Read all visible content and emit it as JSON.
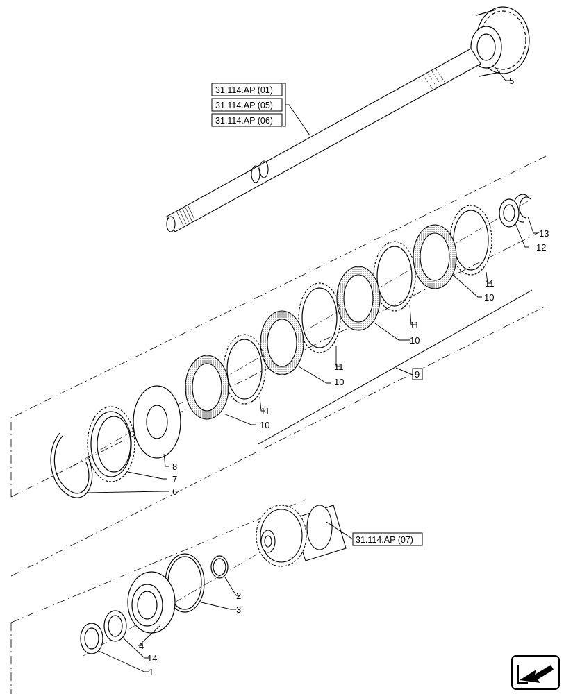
{
  "references": {
    "r01": "31.114.AP (01)",
    "r05": "31.114.AP (05)",
    "r06": "31.114.AP (06)",
    "r07": "31.114.AP (07)"
  },
  "callouts": {
    "p1": "1",
    "p2": "2",
    "p3": "3",
    "p4": "4",
    "p5": "5",
    "p6": "6",
    "p7": "7",
    "p8": "8",
    "p9": "9",
    "p10a": "10",
    "p10b": "10",
    "p10c": "10",
    "p10d": "10",
    "p11a": "11",
    "p11b": "11",
    "p11c": "11",
    "p11d": "11",
    "p12": "12",
    "p13": "13",
    "p14": "14"
  },
  "icons": {
    "nav": "back-arrow-icon"
  },
  "colors": {
    "line": "#000000",
    "background": "#ffffff"
  }
}
